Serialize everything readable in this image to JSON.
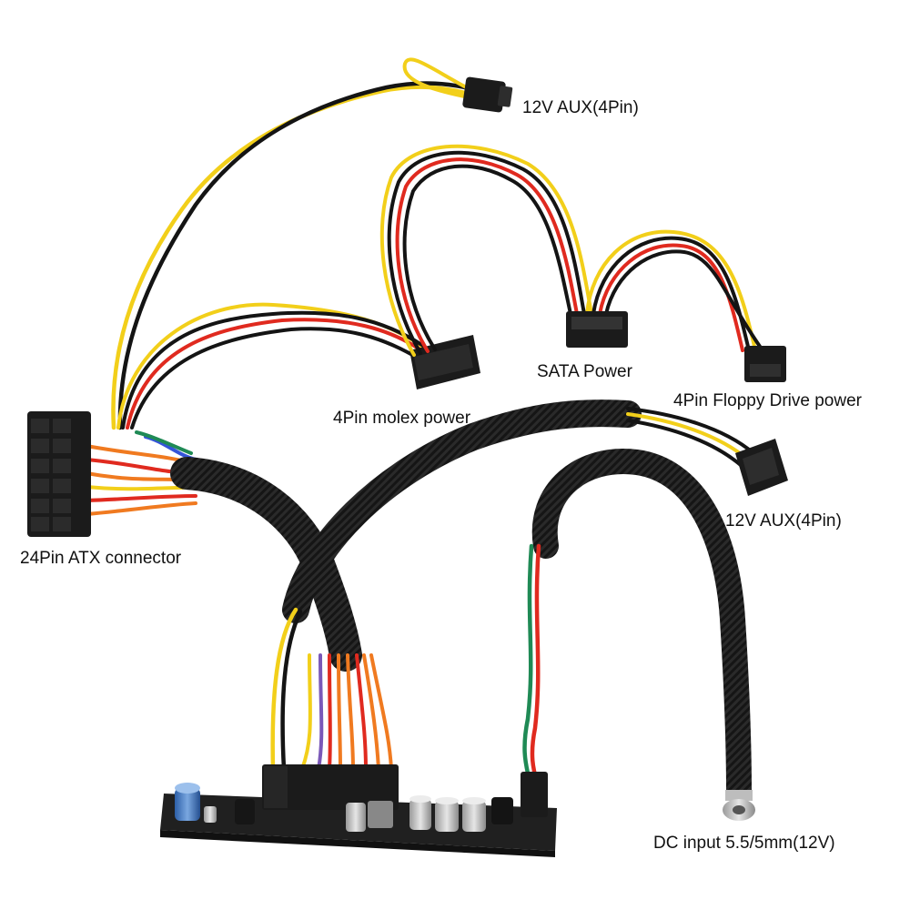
{
  "labels": {
    "aux_top": "12V AUX(4Pin)",
    "sata": "SATA Power",
    "floppy": "4Pin Floppy Drive power",
    "molex": "4Pin molex power",
    "atx24": "24Pin ATX connector",
    "aux_right": "12V AUX(4Pin)",
    "dc_input": "DC input 5.5/5mm(12V)"
  },
  "colors": {
    "wire_yellow": "#f2cf1a",
    "wire_black": "#141414",
    "wire_red": "#e02a1f",
    "wire_orange": "#f07a20",
    "wire_green": "#1f8a55",
    "wire_purple": "#7a58b8",
    "wire_blue": "#3454d8",
    "connector": "#1b1b1b",
    "sleeve": "#1a1a1a",
    "pcb": "#202020"
  }
}
